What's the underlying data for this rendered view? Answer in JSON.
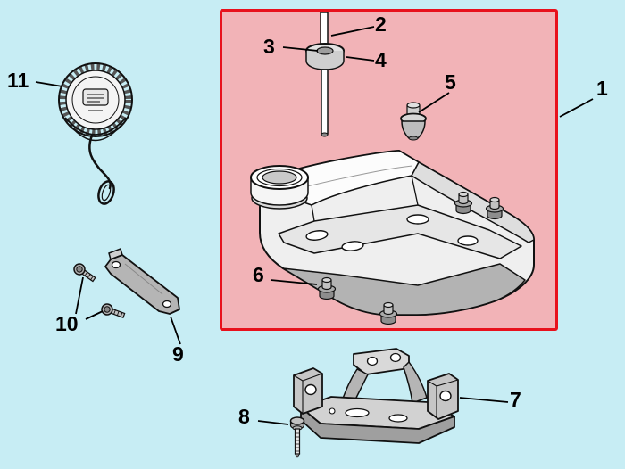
{
  "diagram": {
    "kind": "exploded-parts-diagram"
  },
  "colors": {
    "background": "#c7edf4",
    "highlight_fill": "#f2b3b7",
    "highlight_border": "#e8111c",
    "line_color": "#000000"
  },
  "callouts": [
    {
      "number": "1"
    },
    {
      "number": "2"
    },
    {
      "number": "3"
    },
    {
      "number": "4"
    },
    {
      "number": "5"
    },
    {
      "number": "6"
    },
    {
      "number": "7"
    },
    {
      "number": "8"
    },
    {
      "number": "9"
    },
    {
      "number": "10"
    },
    {
      "number": "11"
    }
  ]
}
